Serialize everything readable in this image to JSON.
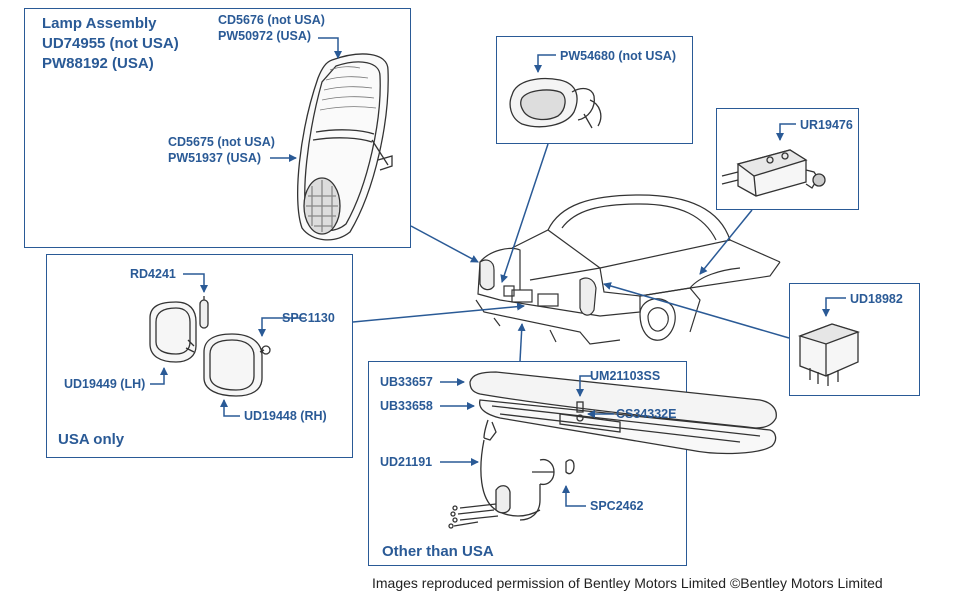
{
  "lamp_assembly": {
    "title_lines": [
      "Lamp Assembly",
      "UD74955 (not USA)",
      "PW88192 (USA)"
    ],
    "lens_upper": [
      "CD5676 (not USA)",
      "PW50972 (USA)"
    ],
    "lens_lower": [
      "CD5675 (not USA)",
      "PW51937 (USA)"
    ]
  },
  "top_center": {
    "part": "PW54680 (not USA)"
  },
  "top_right": {
    "part": "UR19476"
  },
  "right_relay": {
    "part": "UD18982"
  },
  "usa_box": {
    "parts": {
      "bulb": "RD4241",
      "screw": "SPC1130",
      "lh": "UD19449 (LH)",
      "rh": "UD19448 (RH)"
    },
    "caption": "USA only"
  },
  "other_box": {
    "parts": {
      "finisher": "UB33657",
      "gasket": "UB33658",
      "screw": "UM21103SS",
      "washer": "CS34332E",
      "harness": "UD21191",
      "bulb": "SPC2462"
    },
    "caption": "Other than USA"
  },
  "credit": "Images reproduced permission of Bentley Motors Limited ©Bentley Motors Limited",
  "colors": {
    "accent": "#2a5a96",
    "line_art": "#333333"
  }
}
